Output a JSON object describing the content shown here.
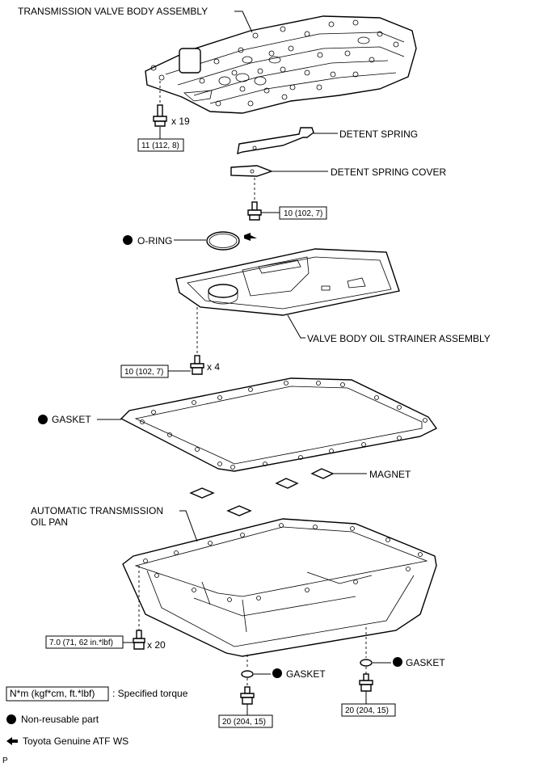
{
  "labels": {
    "valve_body": "TRANSMISSION VALVE BODY ASSEMBLY",
    "detent_spring": "DETENT SPRING",
    "detent_spring_cover": "DETENT SPRING COVER",
    "o_ring": "O-RING",
    "strainer": "VALVE BODY OIL STRAINER ASSEMBLY",
    "gasket_pan": "GASKET",
    "magnet": "MAGNET",
    "oil_pan_line1": "AUTOMATIC TRANSMISSION",
    "oil_pan_line2": "OIL PAN",
    "gasket_drain1": "GASKET",
    "gasket_drain2": "GASKET"
  },
  "torques": {
    "valve_body_bolt": "11 (112, 8)",
    "detent_bolt": "10 (102, 7)",
    "strainer_bolt": "10 (102, 7)",
    "oil_pan_bolt": "7.0 (71, 62 in.*lbf)",
    "drain_plug1": "20 (204, 15)",
    "drain_plug2": "20 (204, 15)"
  },
  "quantities": {
    "valve_body_bolt": "x 19",
    "strainer_bolt": "x 4",
    "oil_pan_bolt": "x 20"
  },
  "legend": {
    "torque_unit": "N*m (kgf*cm, ft.*lbf)",
    "torque_desc": ": Specified torque",
    "non_reusable": "Non-reusable part",
    "atf": "Toyota Genuine ATF WS"
  },
  "corner_mark": "P"
}
